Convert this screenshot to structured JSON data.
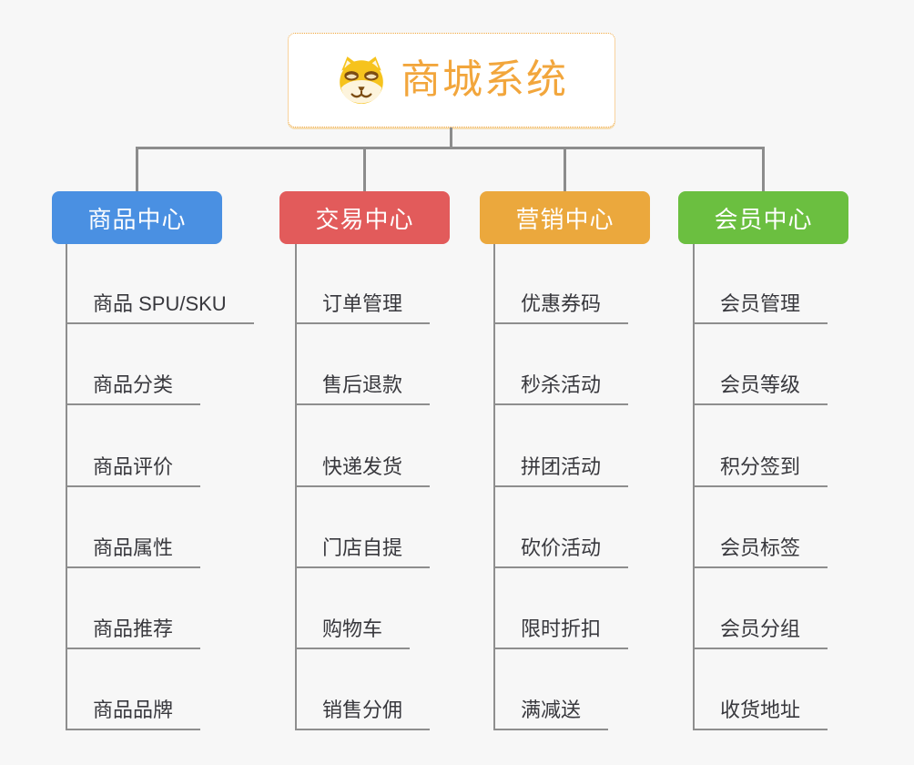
{
  "root": {
    "label": "商城系统",
    "icon": "shiba-dog-icon",
    "accent_color": "#f2a63c",
    "border_color": "#f0a63c"
  },
  "connector_color": "#8c8c8c",
  "line_color": "#8e8e8e",
  "background_color": "#f7f7f7",
  "branches": [
    {
      "label": "商品中心",
      "color": "#4a90e2",
      "items": [
        "商品 SPU/SKU",
        "商品分类",
        "商品评价",
        "商品属性",
        "商品推荐",
        "商品品牌"
      ]
    },
    {
      "label": "交易中心",
      "color": "#e25b5b",
      "items": [
        "订单管理",
        "售后退款",
        "快递发货",
        "门店自提",
        "购物车",
        "销售分佣"
      ]
    },
    {
      "label": "营销中心",
      "color": "#eba83d",
      "items": [
        "优惠券码",
        "秒杀活动",
        "拼团活动",
        "砍价活动",
        "限时折扣",
        "满减送"
      ]
    },
    {
      "label": "会员中心",
      "color": "#6bbf40",
      "items": [
        "会员管理",
        "会员等级",
        "积分签到",
        "会员标签",
        "会员分组",
        "收货地址"
      ]
    }
  ]
}
